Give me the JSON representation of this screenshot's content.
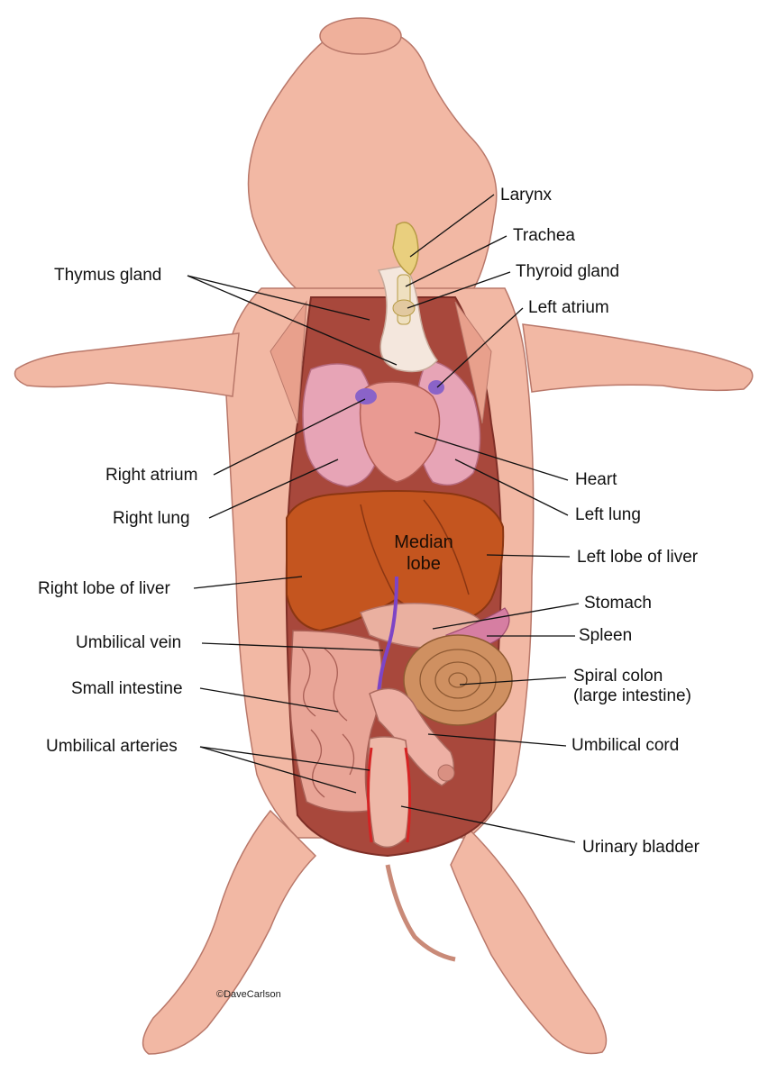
{
  "labels": {
    "larynx": "Larynx",
    "trachea": "Trachea",
    "thymus_gland": "Thymus gland",
    "thyroid_gland": "Thyroid gland",
    "left_atrium": "Left atrium",
    "right_atrium": "Right atrium",
    "heart": "Heart",
    "right_lung": "Right lung",
    "left_lung": "Left lung",
    "median_lobe_line1": "Median",
    "median_lobe_line2": "lobe",
    "left_lobe_of_liver": "Left lobe of liver",
    "right_lobe_of_liver": "Right lobe of liver",
    "stomach": "Stomach",
    "umbilical_vein": "Umbilical vein",
    "spleen": "Spleen",
    "small_intestine": "Small intestine",
    "spiral_colon_line1": "Spiral colon",
    "spiral_colon_line2": "(large intestine)",
    "umbilical_arteries": "Umbilical arteries",
    "umbilical_cord": "Umbilical cord",
    "urinary_bladder": "Urinary bladder"
  },
  "credit": "©DaveCarlson",
  "colors": {
    "skin": "#f2b8a4",
    "skin_shadow": "#e39a86",
    "cavity": "#a8483c",
    "liver": "#c4551f",
    "lung": "#e7a4b6",
    "heart": "#e99a92",
    "thymus": "#f4e7dd",
    "larynx": "#e9cf7e",
    "intestine": "#e9a597",
    "colon": "#cf9061",
    "vein": "#7d45c6",
    "artery": "#d42424"
  }
}
